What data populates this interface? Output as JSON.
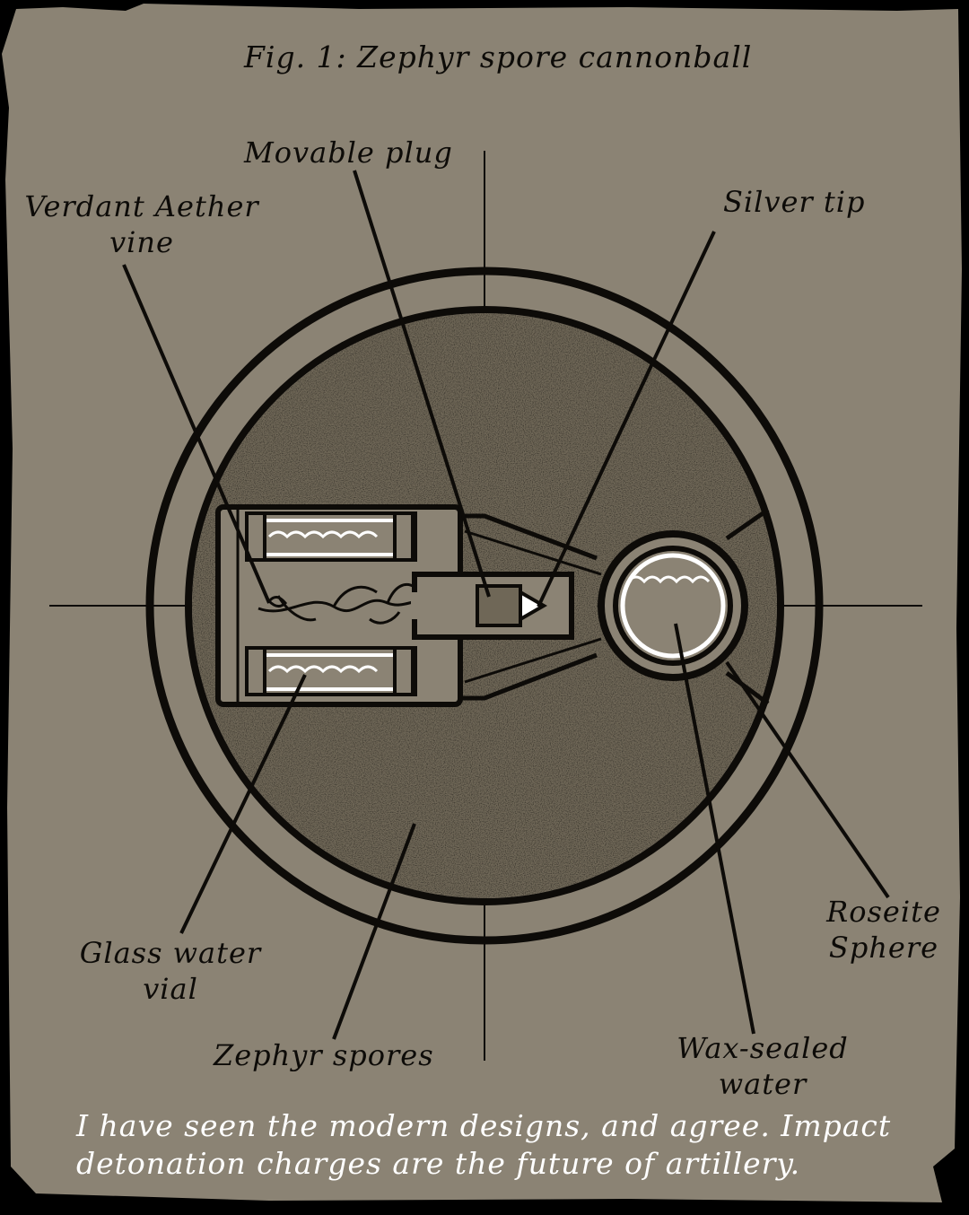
{
  "figure": {
    "title": "Fig. 1: Zephyr spore cannonball",
    "labels": {
      "movable_plug": "Movable plug",
      "verdant_line1": "Verdant Aether",
      "verdant_line2": "vine",
      "silver_tip": "Silver tip",
      "glass_line1": "Glass water",
      "glass_line2": "vial",
      "zephyr_spores": "Zephyr spores",
      "roseite_line1": "Roseite",
      "roseite_line2": "Sphere",
      "wax_line1": "Wax-sealed",
      "wax_line2": "water"
    },
    "caption_line1": "I have seen the modern designs, and agree. Impact",
    "caption_line2": "detonation charges are the future of artillery."
  },
  "colors": {
    "paper": "#8b8374",
    "ink": "#0d0b08",
    "spores_fill": "#6f6757",
    "water": "#ffffff",
    "background": "#000000"
  }
}
